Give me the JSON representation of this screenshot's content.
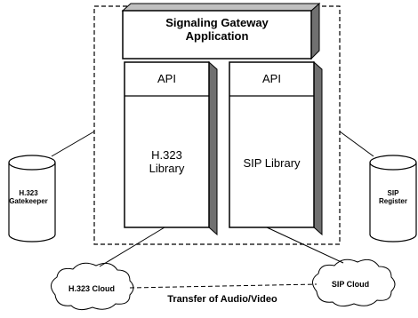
{
  "gateway": {
    "app_line1": "Signaling Gateway",
    "app_line2": "Application"
  },
  "libraries": {
    "left_api": "API",
    "left_name_line1": "H.323",
    "left_name_line2": "Library",
    "right_api": "API",
    "right_name": "SIP Library"
  },
  "endpoints": {
    "gatekeeper_line1": "H.323",
    "gatekeeper_line2": "Gatekeeper",
    "register_line1": "SIP",
    "register_line2": "Register"
  },
  "clouds": {
    "h323": "H.323 Cloud",
    "sip": "SIP Cloud"
  },
  "media_link_label": "Transfer of Audio/Video"
}
